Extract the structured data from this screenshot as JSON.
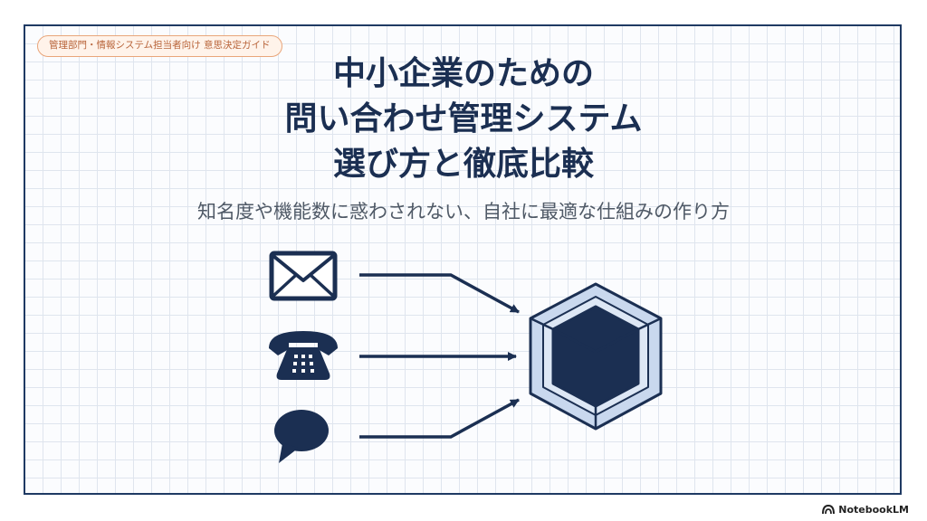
{
  "slide": {
    "tag": "管理部門・情報システム担当者向け 意思決定ガイド",
    "title_lines": [
      "中小企業のための",
      "問い合わせ管理システム",
      "選び方と徹底比較"
    ],
    "subtitle": "知名度や機能数に惑わされない、自社に最適な仕組みの作り方"
  },
  "diagram": {
    "channels": [
      "envelope-icon",
      "telephone-icon",
      "speech-bubble-icon"
    ],
    "hub": "cube-icon",
    "colors": {
      "navy": "#1b2f52",
      "light_blue": "#c9d8ee",
      "mid_blue": "#a9c0e2"
    }
  },
  "brand": {
    "name": "NotebookLM"
  }
}
